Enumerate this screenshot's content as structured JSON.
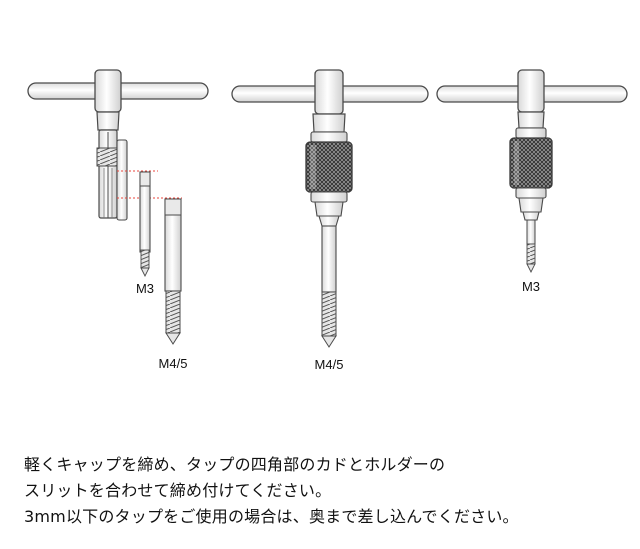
{
  "labels": {
    "left_small_tap": "M3",
    "left_large_tap": "M4/5",
    "middle_tap": "M4/5",
    "right_tap": "M3"
  },
  "caption": {
    "line1": "軽くキャップを締め、タップの四角部のカドとホルダーの",
    "line2": "スリットを合わせて締め付けてください。",
    "line3": "3mm以下のタップをご使用の場合は、奥まで差し込んでください。"
  },
  "colors": {
    "outline": "#4a4a4a",
    "metal_fill": "#f2f2f2",
    "knurl_dark": "#3a3a3a",
    "guide_line": "#e8463c"
  }
}
